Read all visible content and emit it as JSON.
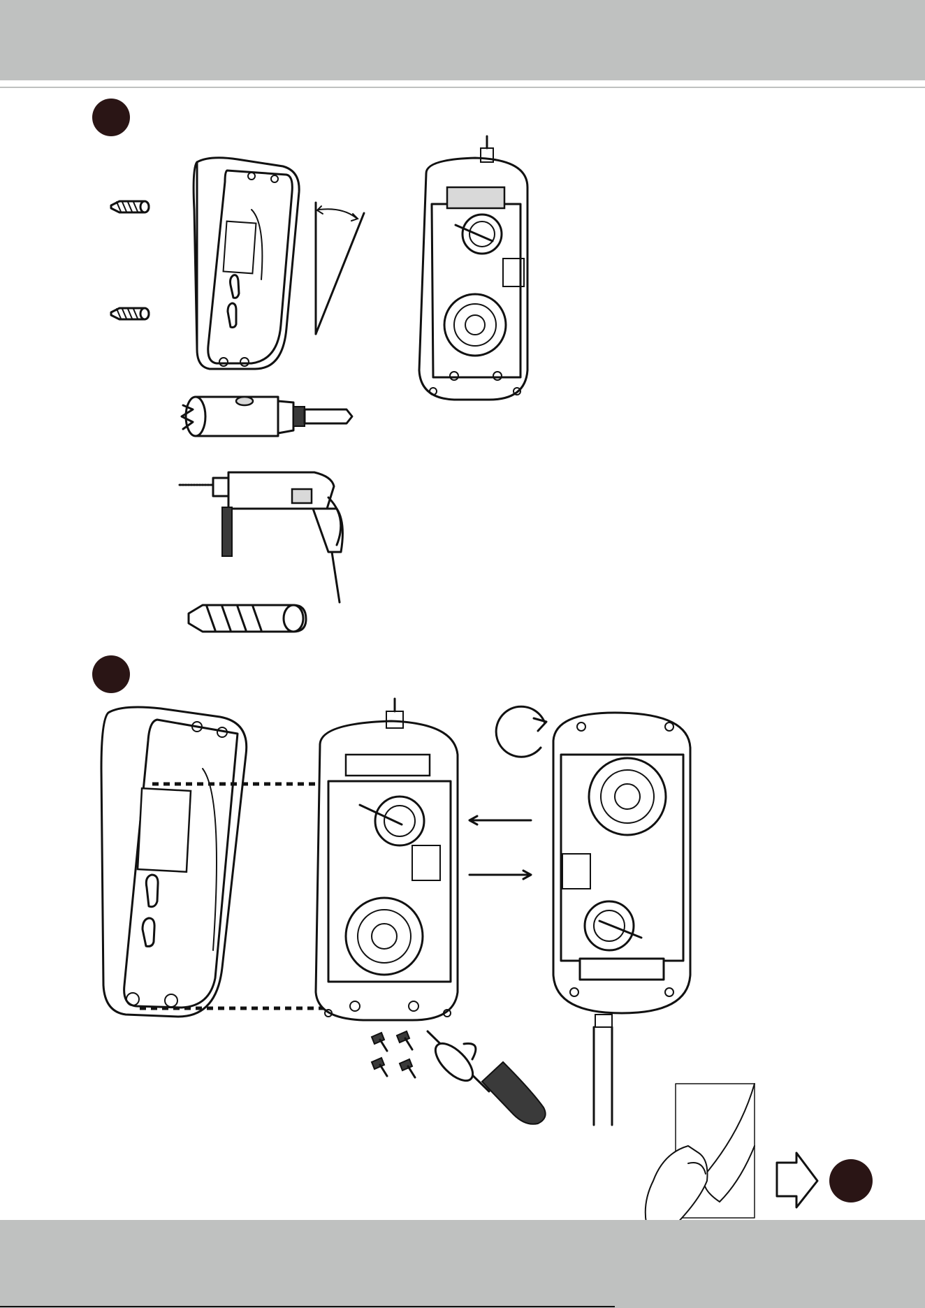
{
  "page": {
    "header_band_color": "#bfc1c0",
    "footer_band_color": "#bfc1c0",
    "step_marker_color": "#2a1515"
  },
  "steps": [
    {
      "id": "step-1",
      "label": ""
    },
    {
      "id": "step-2",
      "label": ""
    },
    {
      "id": "step-next",
      "label": ""
    }
  ],
  "illustrations": {
    "step1": [
      "wall-anchor-small",
      "wall-anchor-small",
      "back-plate-housing",
      "tilt-angle-indicator",
      "camera-board-front",
      "hole-saw-bit",
      "power-drill",
      "wall-anchor-large"
    ],
    "step2": [
      "back-plate-housing",
      "alignment-dashed-lines",
      "camera-board-front",
      "rotate-arrow-icon",
      "camera-board-rotated",
      "direction-arrows",
      "screws",
      "screwdriver",
      "peel-sticker-hand",
      "next-step-arrow"
    ]
  }
}
